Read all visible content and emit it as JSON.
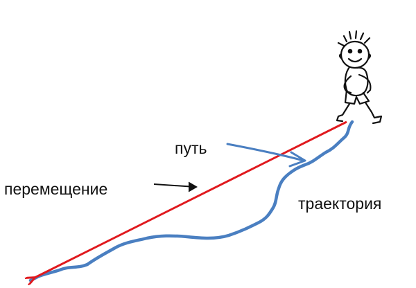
{
  "labels": {
    "path": "путь",
    "displacement": "перемещение",
    "trajectory": "траектория"
  },
  "colors": {
    "displacement": "#e0191e",
    "trajectory": "#4a7fc1",
    "ink": "#111111",
    "background": "#ffffff"
  },
  "icons": {
    "walker": "stick-figure-walking-boy"
  }
}
